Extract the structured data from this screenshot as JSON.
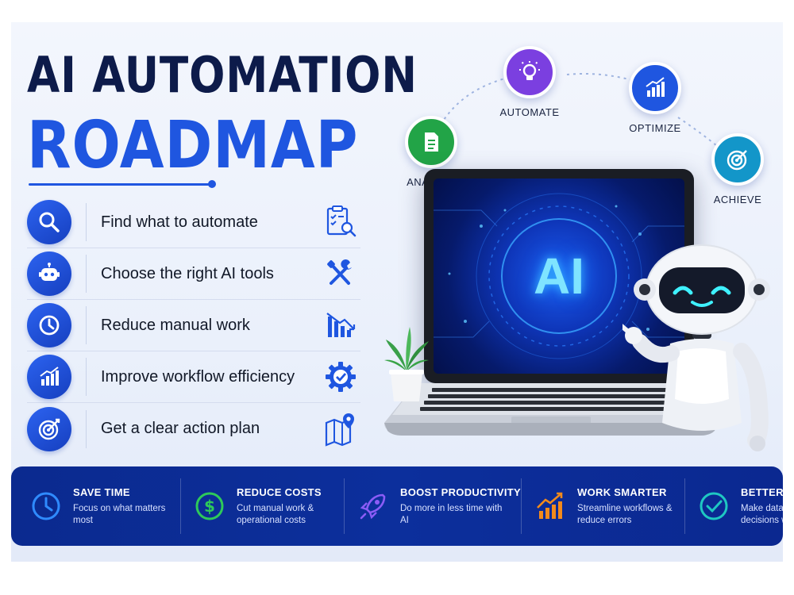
{
  "title": {
    "line1": "AI AUTOMATION",
    "line2": "ROADMAP"
  },
  "features": [
    {
      "label": "Find what to automate",
      "icon": "search-icon",
      "right_icon": "checklist-search-icon"
    },
    {
      "label": "Choose the right AI tools",
      "icon": "robot-icon",
      "right_icon": "tools-icon"
    },
    {
      "label": "Reduce manual work",
      "icon": "clock-icon",
      "right_icon": "bar-chart-down-icon"
    },
    {
      "label": "Improve workflow efficiency",
      "icon": "growth-chart-icon",
      "right_icon": "gear-check-icon"
    },
    {
      "label": "Get a clear action plan",
      "icon": "target-icon",
      "right_icon": "map-pin-icon"
    }
  ],
  "steps": [
    {
      "label": "ANALYZE",
      "icon": "document-icon",
      "color": "#22a447"
    },
    {
      "label": "AUTOMATE",
      "icon": "lightbulb-icon",
      "color": "#7b3fe0"
    },
    {
      "label": "OPTIMIZE",
      "icon": "growth-chart-icon",
      "color": "#1f56e0"
    },
    {
      "label": "ACHIEVE",
      "icon": "target-icon",
      "color": "#1396c9"
    }
  ],
  "laptop": {
    "screen_text": "AI"
  },
  "benefits": [
    {
      "title": "SAVE TIME",
      "desc": "Focus on what matters most",
      "icon": "clock-icon",
      "color": "#2f8bff"
    },
    {
      "title": "REDUCE COSTS",
      "desc": "Cut manual work & operational costs",
      "icon": "dollar-icon",
      "color": "#2ec95a"
    },
    {
      "title": "BOOST PRODUCTIVITY",
      "desc": "Do more in less time with AI",
      "icon": "rocket-icon",
      "color": "#8b5cf6"
    },
    {
      "title": "WORK SMARTER",
      "desc": "Streamline workflows & reduce errors",
      "icon": "trend-up-icon",
      "color": "#f28a1c"
    },
    {
      "title": "BETTER RESULTS",
      "desc": "Make data-driven decisions with confidence",
      "icon": "check-circle-icon",
      "color": "#1fc7c2"
    }
  ],
  "colors": {
    "navy": "#0d1b4a",
    "primary_blue": "#1f56e0",
    "bar_bg": "#0b2a8f"
  }
}
